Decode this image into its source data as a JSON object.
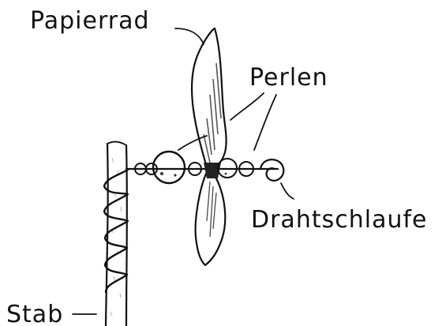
{
  "labels": {
    "paper_wheel": "Papierrad",
    "beads": "Perlen",
    "wire_loop": "Drahtschlaufe",
    "stick": "Stab"
  },
  "colors": {
    "ink": "#111111",
    "paper": "#ffffff",
    "shading": "#555555"
  }
}
